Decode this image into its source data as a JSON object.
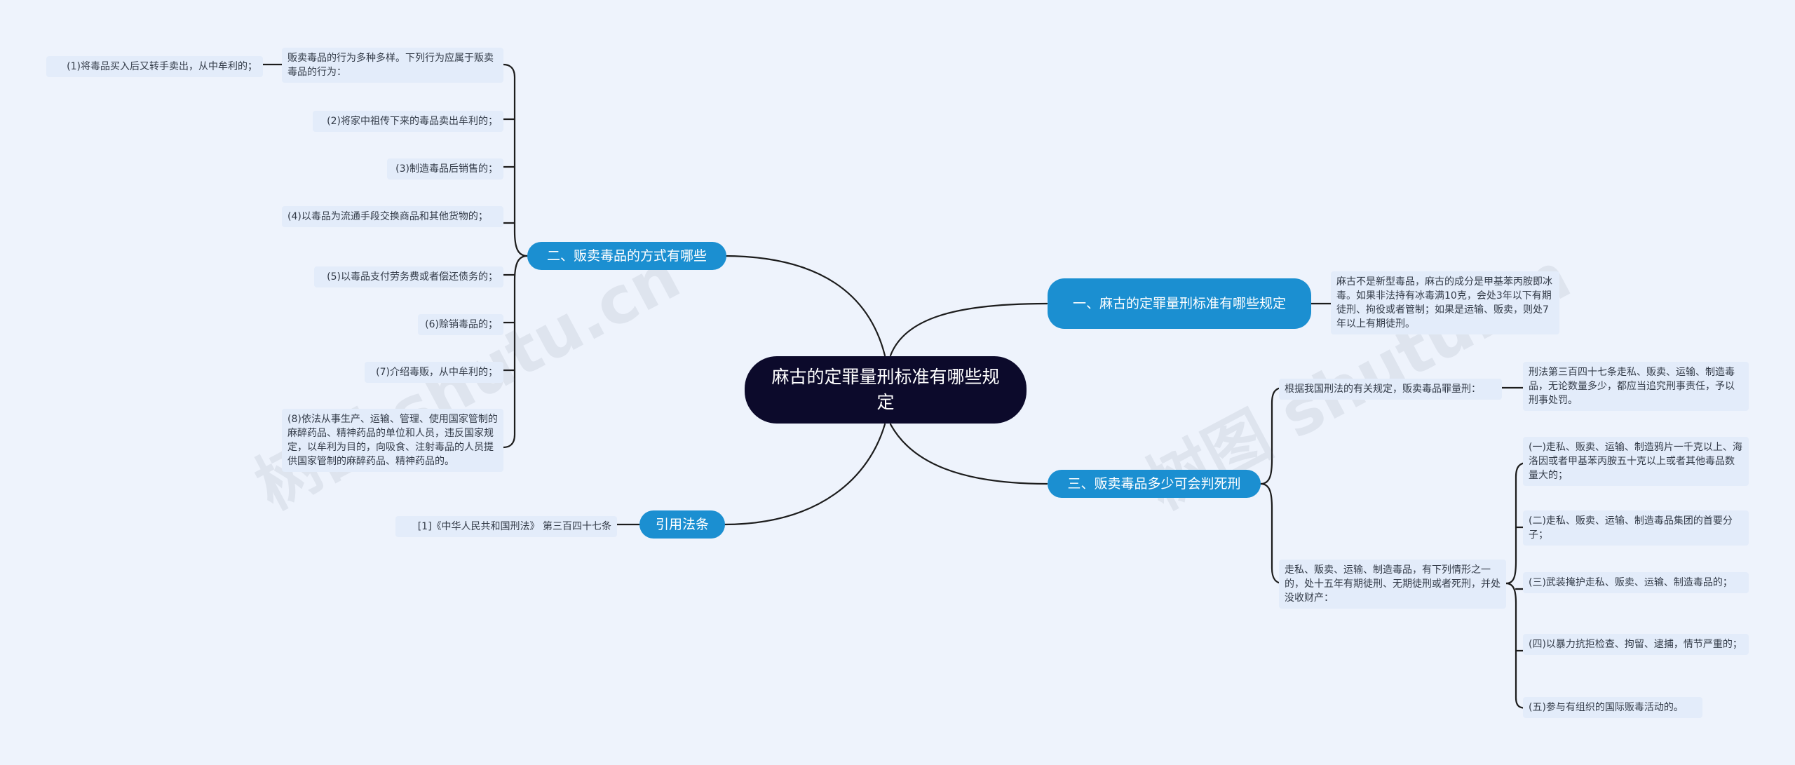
{
  "root": {
    "title": "麻古的定罪量刑标准有哪些规定"
  },
  "branches": {
    "b1": {
      "label": "一、麻古的定罪量刑标准有哪些规定"
    },
    "b2": {
      "label": "二、贩卖毒品的方式有哪些"
    },
    "b3": {
      "label": "三、贩卖毒品多少可会判死刑"
    },
    "b4": {
      "label": "引用法条"
    }
  },
  "leaves": {
    "b1_text": "麻古不是新型毒品，麻古的成分是甲基苯丙胺即冰毒。如果非法持有冰毒满10克，会处3年以下有期徒刑、拘役或者管制；如果是运输、贩卖，则处7年以上有期徒刑。",
    "b2_intro": "贩卖毒品的行为多种多样。下列行为应属于贩卖毒品的行为：",
    "b2_item1": "(1)将毒品买入后又转手卖出，从中牟利的；",
    "b2_item2": "(2)将家中祖传下来的毒品卖出牟利的；",
    "b2_item3": "(3)制造毒品后销售的；",
    "b2_item4": "(4)以毒品为流通手段交换商品和其他货物的；",
    "b2_item5": "(5)以毒品支付劳务费或者偿还债务的；",
    "b2_item6": "(6)赊销毒品的；",
    "b2_item7": "(7)介绍毒贩，从中牟利的；",
    "b2_item8": "(8)依法从事生产、运输、管理、使用国家管制的麻醉药品、精神药品的单位和人员，违反国家规定，以牟利为目的，向吸食、注射毒品的人员提供国家管制的麻醉药品、精神药品的。",
    "b3_basis": "根据我国刑法的有关规定，贩卖毒品罪量刑：",
    "b3_basis_detail": "刑法第三百四十七条走私、贩卖、运输、制造毒品，无论数量多少，都应当追究刑事责任，予以刑事处罚。",
    "b3_cond": "走私、贩卖、运输、制造毒品，有下列情形之一的，处十五年有期徒刑、无期徒刑或者死刑，并处没收财产：",
    "b3_c1": "(一)走私、贩卖、运输、制造鸦片一千克以上、海洛因或者甲基苯丙胺五十克以上或者其他毒品数量大的；",
    "b3_c2": "(二)走私、贩卖、运输、制造毒品集团的首要分子；",
    "b3_c3": "(三)武装掩护走私、贩卖、运输、制造毒品的；",
    "b3_c4": "(四)以暴力抗拒检查、拘留、逮捕，情节严重的；",
    "b3_c5": "(五)参与有组织的国际贩毒活动的。",
    "b4_ref": "[1]《中华人民共和国刑法》 第三百四十七条"
  },
  "watermarks": [
    "树图 shutu.cn",
    "树图 shutu.cn"
  ],
  "colors": {
    "background": "#eef3fc",
    "root": "#0c0a2b",
    "branch": "#1b8fd1",
    "leaf": "#e3ecfa",
    "line": "#1c1c1c"
  }
}
